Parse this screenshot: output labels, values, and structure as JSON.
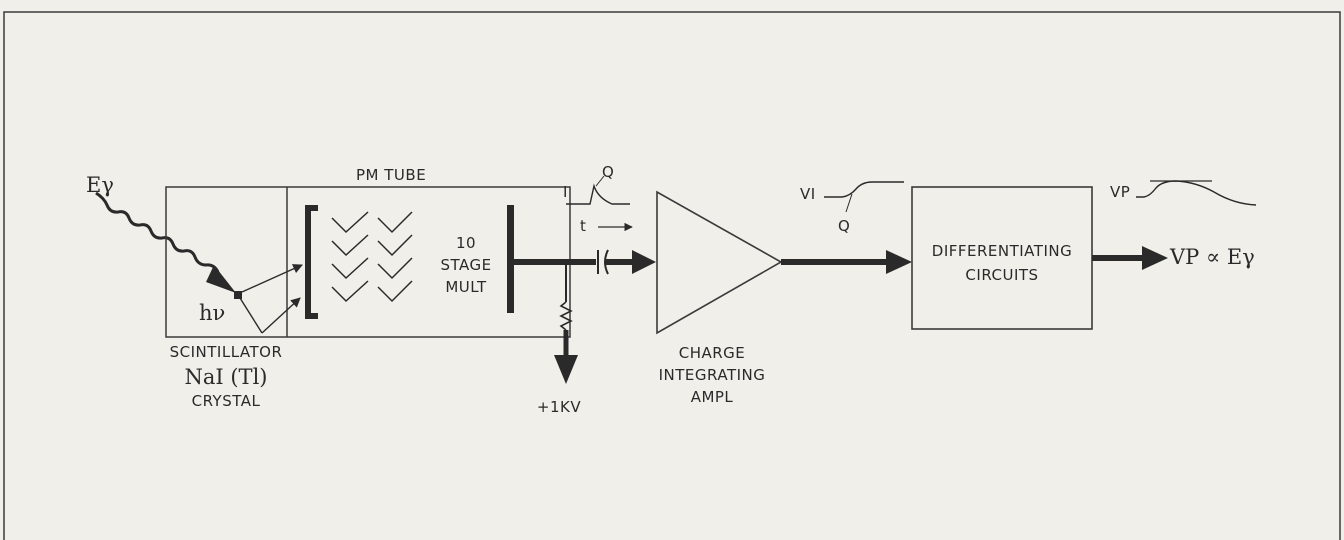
{
  "input": {
    "energy_label": "Eγ"
  },
  "scintillator": {
    "photon_label": "hν",
    "caption_line1": "SCINTILLATOR",
    "caption_line2": "NaI (Tl)",
    "caption_line3": "CRYSTAL"
  },
  "pm_tube": {
    "title": "PM TUBE",
    "multiplier_line1": "10",
    "multiplier_line2": "STAGE",
    "multiplier_line3": "MULT"
  },
  "bias": {
    "label": "+1KV"
  },
  "current_pulse": {
    "current_label": "I",
    "charge_label": "Q",
    "time_label": "t"
  },
  "amplifier": {
    "line1": "CHARGE",
    "line2": "INTEGRATING",
    "line3": "AMPL"
  },
  "integrated_pulse": {
    "voltage_label": "VI",
    "charge_label": "Q"
  },
  "differentiator": {
    "line1": "DIFFERENTIATING",
    "line2": "CIRCUITS"
  },
  "output_pulse": {
    "label": "VP"
  },
  "output": {
    "label": "VP ∝ Eγ"
  }
}
